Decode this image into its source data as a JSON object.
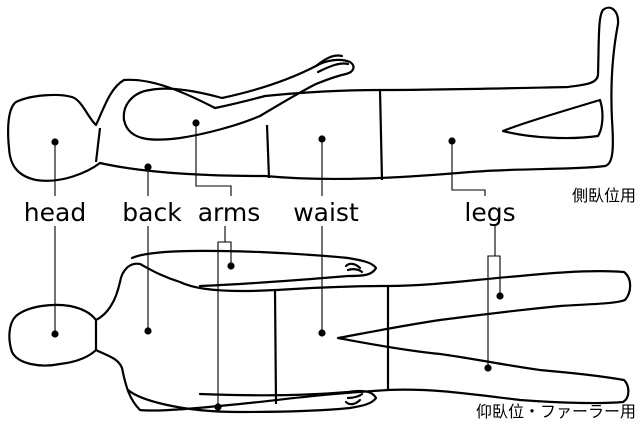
{
  "labels": {
    "head": "head",
    "back": "back",
    "arms": "arms",
    "waist": "waist",
    "legs": "legs"
  },
  "captions": {
    "side_lying": "側臥位用",
    "supine_fowler": "仰臥位・ファーラー用"
  }
}
